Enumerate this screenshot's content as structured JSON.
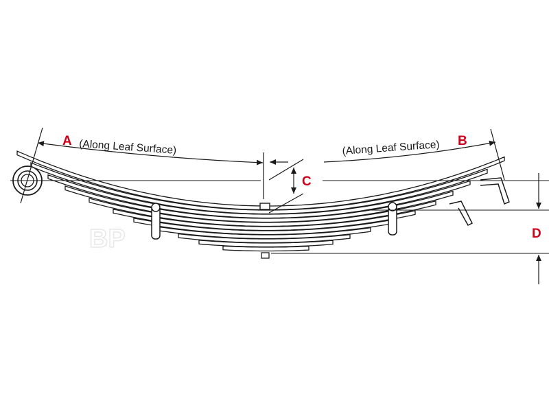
{
  "labels": {
    "a_letter": "A",
    "a_note": "(Along Leaf Surface)",
    "b_letter": "B",
    "b_note": "(Along Leaf Surface)",
    "c_letter": "C",
    "d_letter": "D"
  },
  "watermark": "BP",
  "colors": {
    "accent": "#d0021b",
    "line": "#1a1a1a",
    "leaf_fill": "#ffffff"
  }
}
